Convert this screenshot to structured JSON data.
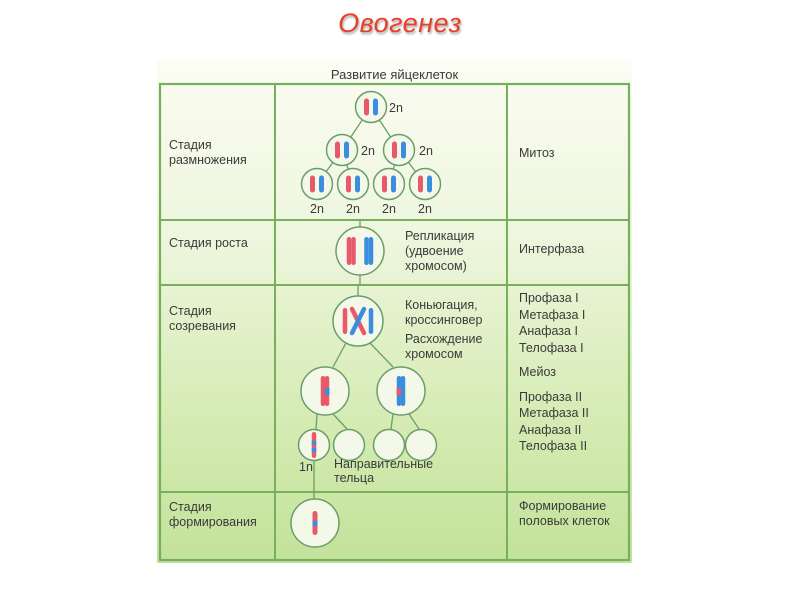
{
  "title": "Овогенез",
  "panel_title": "Развитие яйцеклеток",
  "colors": {
    "title": "#e8402a",
    "grid_line": "#76b05a",
    "circle_stroke": "#6a9e6a",
    "chromosome_red": "#e85a6a",
    "chromosome_blue": "#3a8ee0"
  },
  "rows": [
    {
      "stage": "Стадия размножения",
      "process": "Митоз",
      "diagram": {
        "ploidy_labels": [
          "2n",
          "2n",
          "2n",
          "2n",
          "2n",
          "2n",
          "2n"
        ],
        "cell_count_per_level": [
          1,
          2,
          4
        ]
      }
    },
    {
      "stage": "Стадия роста",
      "process": "Интерфаза",
      "diagram": {
        "annotation": "Репликация (удвоение хромосом)"
      }
    },
    {
      "stage": "Стадия созревания",
      "process_lines": [
        "Профаза I",
        "Метафаза I",
        "Анафаза I",
        "Телофаза I",
        "",
        "Мейоз",
        "",
        "Профаза II",
        "Метафаза II",
        "Анафаза II",
        "Телофаза II"
      ],
      "diagram": {
        "annotation_1": "Коньюгация, кроссинговер",
        "annotation_2": "Расхождение хромосом",
        "ploidy_label": "1n",
        "polar_bodies_label": "Направительные тельца"
      }
    },
    {
      "stage": "Стадия формирования",
      "process": "Формирование половых клеток"
    }
  ]
}
